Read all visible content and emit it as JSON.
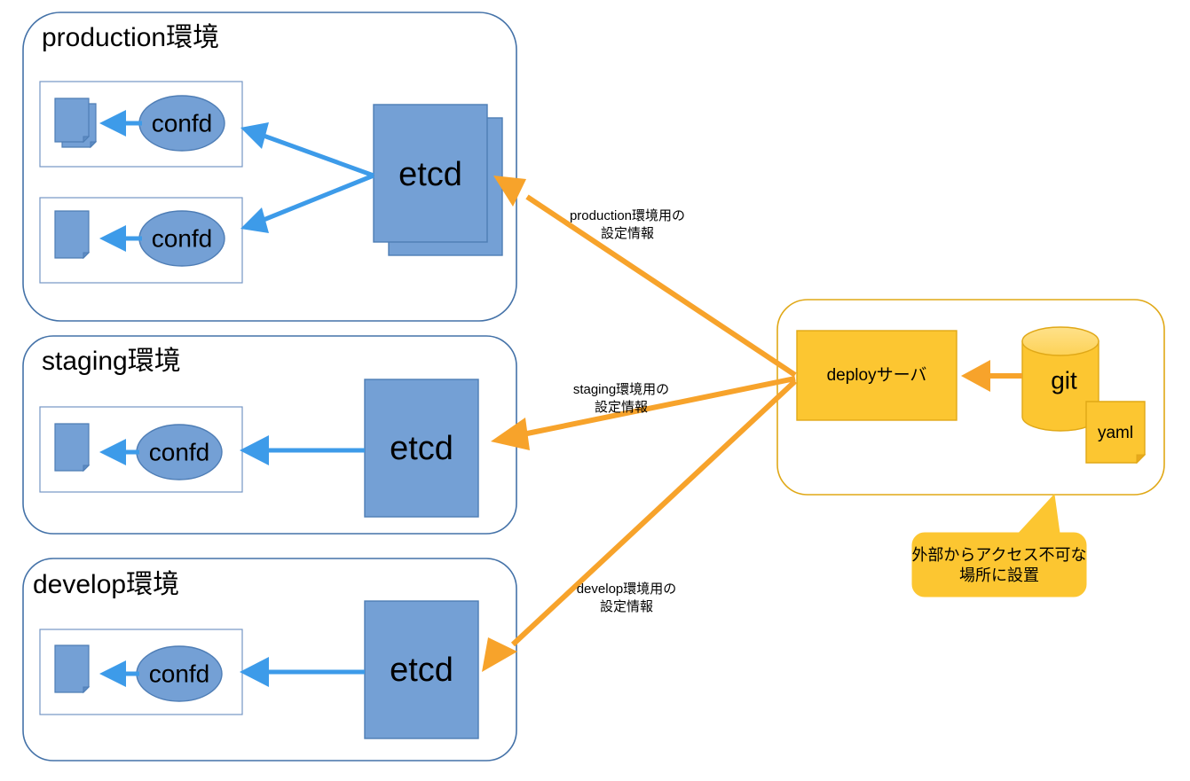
{
  "diagram": {
    "title": "confd / etcd multi-environment deploy diagram",
    "colors": {
      "blue_fill": "#74A0D5",
      "blue_stroke": "#4E7DB5",
      "blue_arrow": "#3D9BE9",
      "env_border": "#4472A8",
      "inner_border": "#7596C4",
      "amber_fill": "#FCC631",
      "amber_stroke": "#E0A817",
      "amber_top": "#FDD966",
      "orange_arrow": "#F7A32B",
      "text": "#000000",
      "background": "#FFFFFF"
    },
    "environments": [
      {
        "id": "production",
        "title": "production環境",
        "etcd_label": "etcd",
        "etcd_stacked": true,
        "groups": [
          {
            "confd_label": "confd",
            "doc_label": "",
            "doc_stacked": true
          },
          {
            "confd_label": "confd",
            "doc_label": "",
            "doc_stacked": false
          }
        ]
      },
      {
        "id": "staging",
        "title": "staging環境",
        "etcd_label": "etcd",
        "etcd_stacked": false,
        "groups": [
          {
            "confd_label": "confd",
            "doc_label": "",
            "doc_stacked": false
          }
        ]
      },
      {
        "id": "develop",
        "title": "develop環境",
        "etcd_label": "etcd",
        "etcd_stacked": false,
        "groups": [
          {
            "confd_label": "confd",
            "doc_label": "",
            "doc_stacked": false
          }
        ]
      }
    ],
    "deploy": {
      "server_label": "deployサーバ",
      "git_label": "git",
      "yaml_label": "yaml"
    },
    "callout": {
      "line1": "外部からアクセス不可な",
      "line2": "場所に設置"
    },
    "edges": [
      {
        "id": "production-config",
        "line1": "production環境用の",
        "line2": "設定情報"
      },
      {
        "id": "staging-config",
        "line1": "staging環境用の",
        "line2": "設定情報"
      },
      {
        "id": "develop-config",
        "line1": "develop環境用の",
        "line2": "設定情報"
      }
    ]
  }
}
